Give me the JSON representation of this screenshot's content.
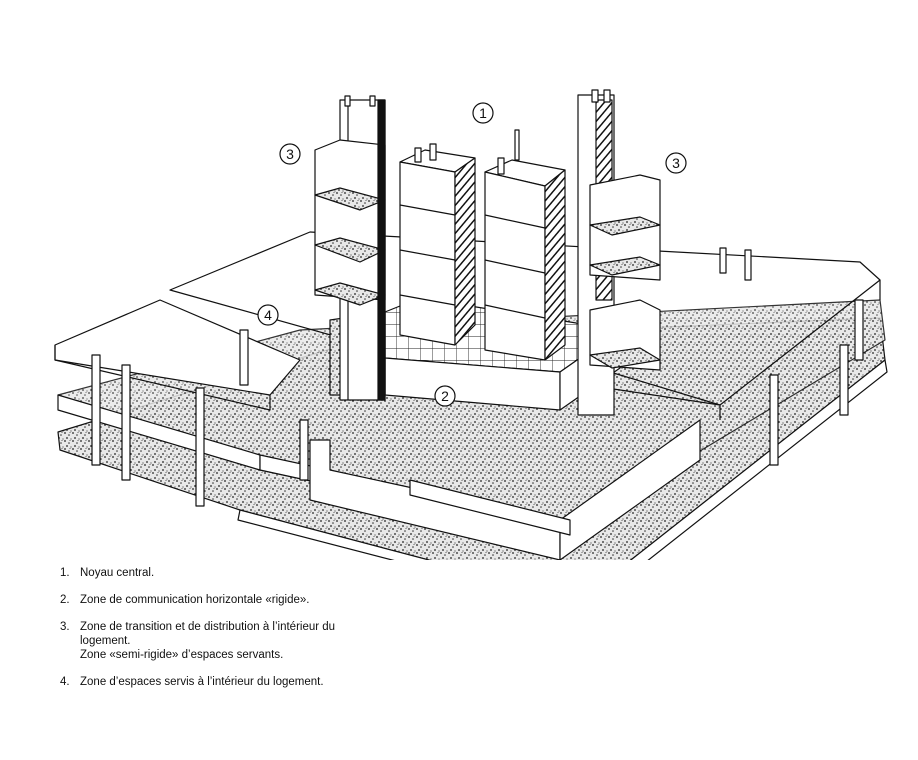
{
  "callouts": {
    "c1": "1",
    "c2": "2",
    "c3a": "3",
    "c3b": "3",
    "c4": "4"
  },
  "legend": [
    {
      "num": "1.",
      "lines": [
        "Noyau central."
      ]
    },
    {
      "num": "2.",
      "lines": [
        "Zone de communication horizontale «rigide»."
      ]
    },
    {
      "num": "3.",
      "lines": [
        "Zone de transition et de distribution à l’intérieur du logement.",
        "Zone «semi-rigide» d’espaces servants."
      ]
    },
    {
      "num": "4.",
      "lines": [
        "Zone d’espaces servis à l’intérieur du logement."
      ]
    }
  ],
  "colors": {
    "ink": "#111111",
    "paper": "#ffffff",
    "texture": "#555555"
  }
}
